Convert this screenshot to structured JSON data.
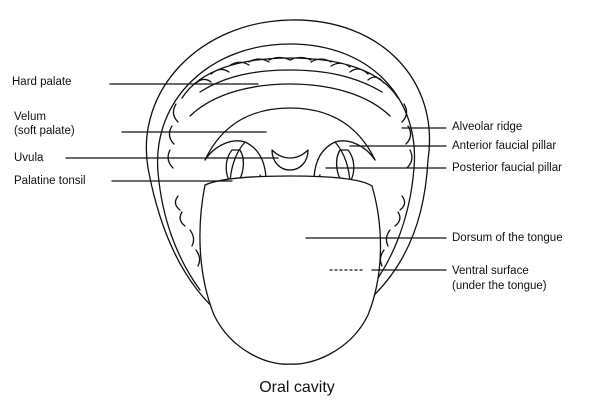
{
  "title": "Oral cavity",
  "labels": {
    "hard_palate": "Hard palate",
    "velum_line1": "Velum",
    "velum_line2": "(soft palate)",
    "uvula": "Uvula",
    "palatine_tonsil": "Palatine tonsil",
    "alveolar_ridge": "Alveolar ridge",
    "anterior_faucial_pillar": "Anterior faucial pillar",
    "posterior_faucial_pillar": "Posterior faucial pillar",
    "dorsum": "Dorsum of the tongue",
    "ventral_line1": "Ventral surface",
    "ventral_line2": "(under the tongue)"
  },
  "colors": {
    "line": "#111111",
    "background": "#ffffff"
  }
}
